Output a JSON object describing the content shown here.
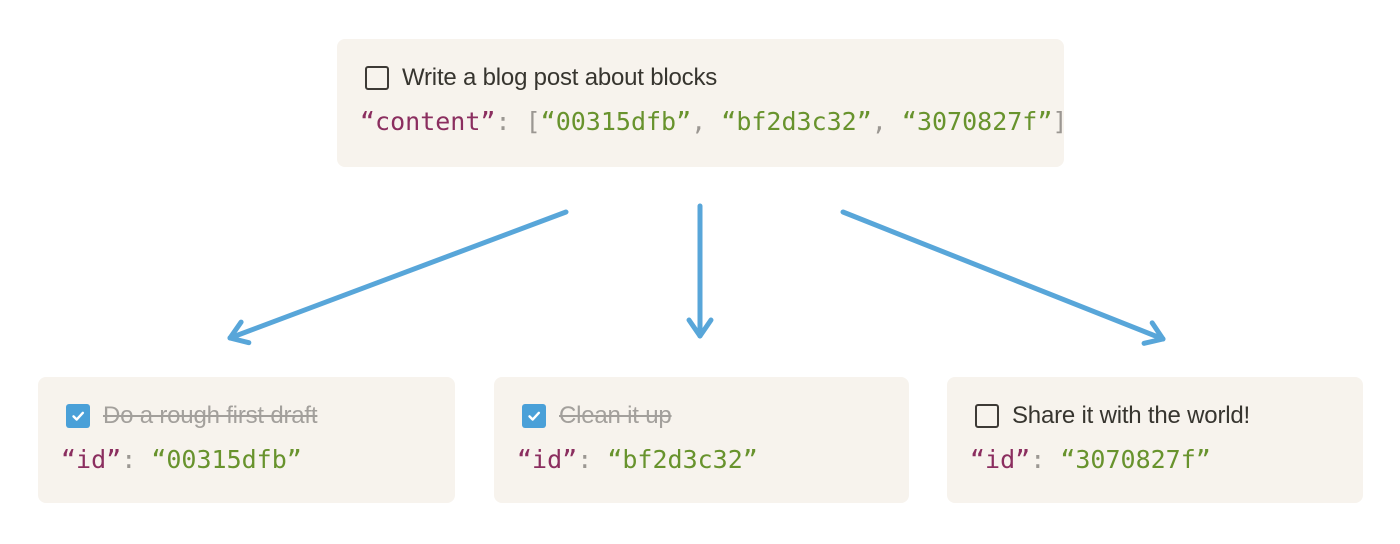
{
  "colors": {
    "card_background": "#f7f3ed",
    "text_dark": "#37352f",
    "text_done_gray": "#a3a09c",
    "code_key_maroon": "#8b2e5f",
    "code_punct_gray": "#9b9792",
    "code_string_green": "#68932d",
    "checkbox_checked_blue": "#4aa0d8",
    "arrow_blue": "#58a6d9"
  },
  "parent_block": {
    "checked": false,
    "title": "Write a blog post about blocks",
    "code": {
      "key": "“content”",
      "colon": ": ",
      "open_bracket": "[",
      "child_ids": [
        "“00315dfb”",
        "“bf2d3c32”",
        "“3070827f”"
      ],
      "comma": ", ",
      "close_bracket": "]"
    }
  },
  "child_blocks": [
    {
      "checked": true,
      "title": "Do a rough first draft",
      "code": {
        "key": "“id”",
        "colon": ": ",
        "value": "“00315dfb”"
      }
    },
    {
      "checked": true,
      "title": "Clean it up",
      "code": {
        "key": "“id”",
        "colon": ": ",
        "value": "“bf2d3c32”"
      }
    },
    {
      "checked": false,
      "title": "Share it with the world!",
      "code": {
        "key": "“id”",
        "colon": ": ",
        "value": "“3070827f”"
      }
    }
  ]
}
